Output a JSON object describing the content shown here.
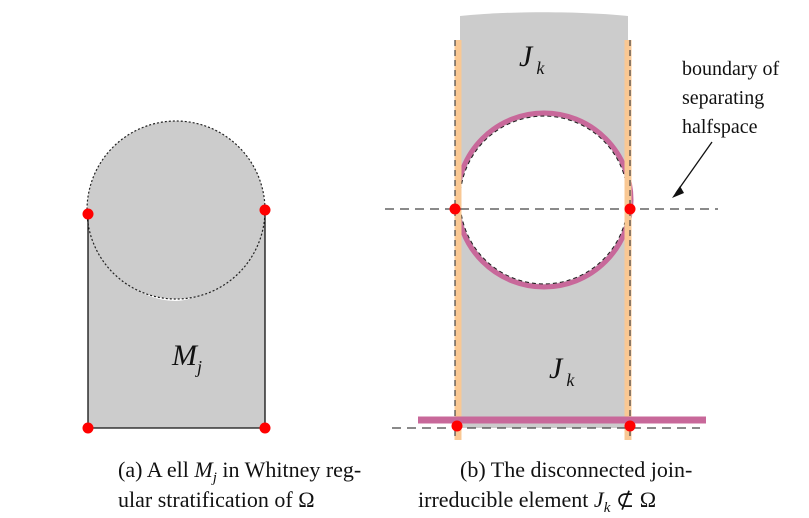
{
  "panel_a": {
    "region_label": "M",
    "region_sub": "j",
    "caption_line1": "(a) A ell M_j in Whitney reg-",
    "caption_line2": "ular stratification of Ω",
    "caption_parts": {
      "p1": "(a) A ell ",
      "m": "M",
      "sub": "j",
      "p2": " in Whitney reg-",
      "line2": "ular stratification of Ω"
    }
  },
  "panel_b": {
    "top_label": "J",
    "top_sub": "k",
    "bottom_label": "J",
    "bottom_sub": "k",
    "annotation_lines": [
      "boundary of",
      "separating",
      "halfspace"
    ],
    "caption_parts": {
      "p1": "(b) The disconnected join-",
      "p2": "irreducible element ",
      "j": "J",
      "sub": "k",
      "rel": " ⊄ Ω"
    }
  },
  "colors": {
    "region_fill": "#cccccc",
    "vertex": "#ff0000",
    "orange_line": "#f9c894",
    "magenta": "#c8689a",
    "dashed": "#444444"
  }
}
